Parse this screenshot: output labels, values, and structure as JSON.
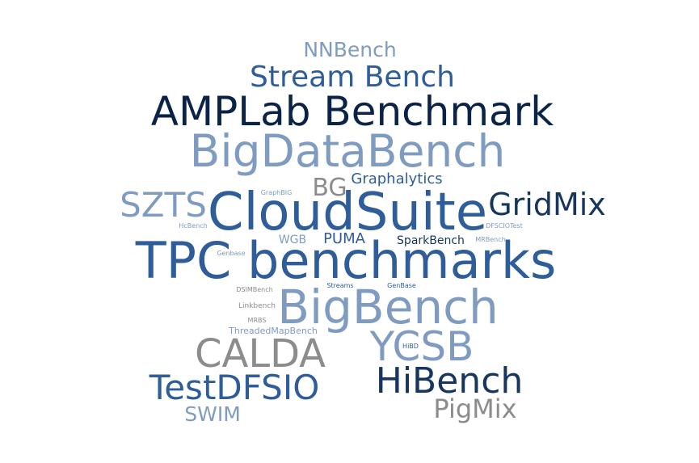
{
  "palette": {
    "navy": "#0b2346",
    "dark_blue": "#17365d",
    "mid_blue": "#2f5d99",
    "light_blue": "#7f9cc0",
    "gray": "#8c8c8c"
  },
  "words": {
    "nnbench": "NNBench",
    "stream_bench": "Stream Bench",
    "amplab": "AMPLab Benchmark",
    "bigdatabench": "BigDataBench",
    "bg": "BG",
    "graphalytics": "Graphalytics",
    "graphbig": "GraphBIG",
    "szts": "SZTS",
    "cloudsuite": "CloudSuite",
    "gridmix": "GridMix",
    "hcbench": "HcBench",
    "dfsciotest": "DFSCIOTest",
    "wgb": "WGB",
    "puma": "PUMA",
    "sparkbench": "SparkBench",
    "mrbench": "MRBench",
    "genbase_small": "Genbase",
    "tpc": "TPC benchmarks",
    "dsimbench": "DSIMBench",
    "streams": "Streams",
    "genbase_caps": "GenBase",
    "linkbench": "Linkbench",
    "bigbench": "BigBench",
    "mrbs": "MRBS",
    "threadedmapbench": "ThreadedMapBench",
    "calda": "CALDA",
    "ycsb": "YCSB",
    "hibd": "HiBD",
    "testdfsio": "TestDFSIO",
    "hibench": "HiBench",
    "swim": "SWIM",
    "pigmix": "PigMix"
  }
}
